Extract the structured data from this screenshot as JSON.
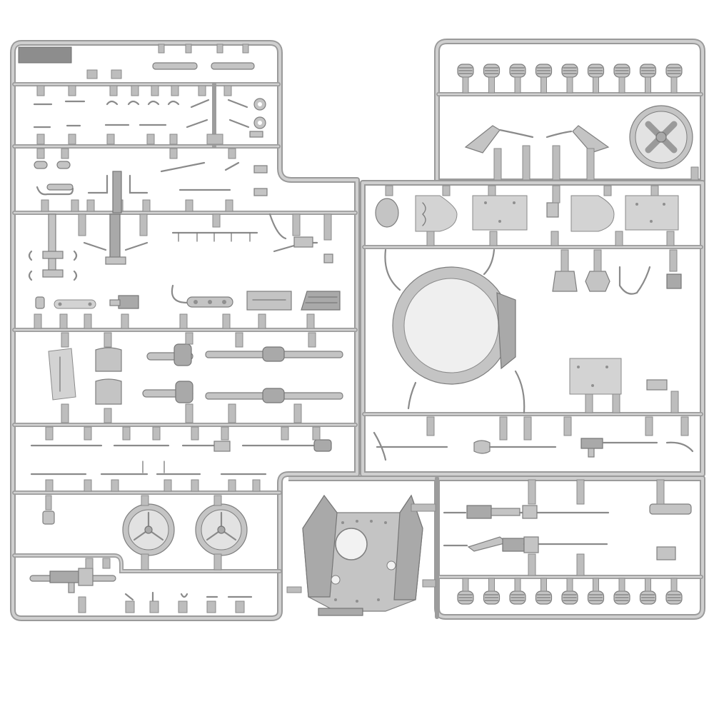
{
  "image": {
    "subject": "plastic-model-sprue",
    "frame_color": "#9a9a9a",
    "part_color": "#c4c4c4",
    "background_color": "#ffffff"
  },
  "icons": {
    "steering_wheels": [
      "steering-wheel-icon",
      "steering-wheel-icon",
      "steering-wheel-icon"
    ],
    "machine_guns": [
      "machine-gun-icon",
      "machine-gun-icon",
      "machine-gun-icon"
    ],
    "shovel": "shovel-icon",
    "turret": "turret-icon",
    "hatch_ring": "hatch-ring-icon",
    "tire_rows": [
      "tire-icon",
      "tire-icon"
    ]
  },
  "counts": {
    "tires_top_row": 9,
    "tires_bottom_row": 9
  }
}
